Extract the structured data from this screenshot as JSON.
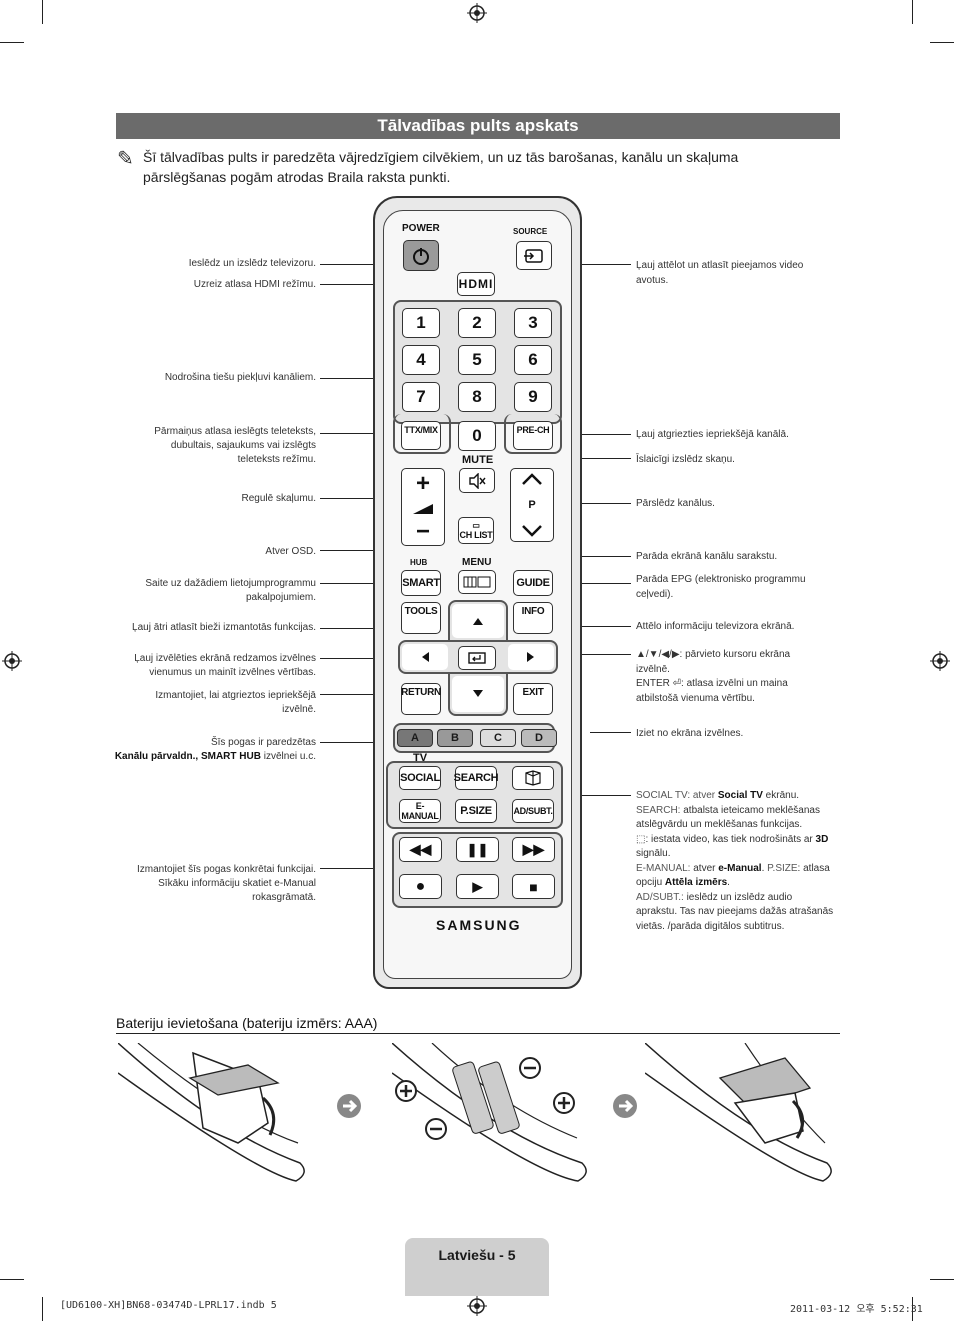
{
  "page": {
    "title": "Tālvadības pults apskats",
    "note": "Šī tālvadības pults ir paredzēta vājredzīgiem cilvēkiem, un uz tās barošanas, kanālu un skaļuma pārslēgšanas pogām atrodas Braila raksta punkti.",
    "battery_title": "Bateriju ievietošana (bateriju izmērs: AAA)",
    "footer_label": "Latviešu - 5",
    "footer_file": "[UD6100-XH]BN68-03474D-LPRL17.indb   5",
    "footer_date": "2011-03-12   오후 5:52:31"
  },
  "left_labels": {
    "power": "Ieslēdz un izslēdz televizoru.",
    "hdmi": "Uzreiz atlasa HDMI režīmu.",
    "numbers": "Nodrošina tiešu piekļuvi kanāliem.",
    "ttx": "Pārmaiņus atlasa ieslēgts teleteksts, dubultais, sajaukums vai izslēgts teleteksts režīmu.",
    "volume": "Regulē skaļumu.",
    "menu": "Atver OSD.",
    "smart": "Saite uz dažādiem lietojumprogrammu pakalpojumiem.",
    "tools": "Ļauj ātri atlasīt bieži izmantotās funkcijas.",
    "nav": "Ļauj izvēlēties ekrānā redzamos izvēlnes vienumus un mainīt izvēlnes vērtības.",
    "return": "Izmantojiet, lai atgrieztos iepriekšējā izvēlnē.",
    "color_1": "Šīs pogas ir paredzētas",
    "color_2_bold": "Kanālu pārvaldn., SMART HUB",
    "color_2_rest": " izvēlnei u.c.",
    "playback": "Izmantojiet šīs pogas konkrētai funkcijai. Sīkāku informāciju skatiet e-Manual rokasgrāmatā."
  },
  "right_labels": {
    "source": "Ļauj attēlot un atlasīt pieejamos video avotus.",
    "prech": "Ļauj atgriezties iepriekšējā kanālā.",
    "mute": "Īslaicīgi izslēdz skaņu.",
    "channel": "Pārslēdz kanālus.",
    "chlist": "Parāda ekrānā kanālu sarakstu.",
    "guide": "Parāda EPG (elektronisko programmu ceļvedi).",
    "info": "Attēlo informāciju televizora ekrānā.",
    "nav_1": "▲/▼/◀/▶: pārvieto kursoru ekrāna izvēlnē.",
    "nav_2": "ENTER ⏎: atlasa izvēlni un maina atbilstošā vienuma vērtību.",
    "exit": "Iziet no ekrāna izvēlnes.",
    "social_a": "SOCIAL TV: atver ",
    "social_b": "Social TV",
    "social_c": " ekrānu.",
    "search_a": "SEARCH:",
    "search_b": " atbalsta ieteicamo meklēšanas atslēgvārdu un meklēšanas funkcijas.",
    "threed_a": ": iestata video, kas tiek nodrošināts ar ",
    "threed_b": "3D",
    "threed_c": " signālu.",
    "emanual_a": "E-MANUAL:",
    "emanual_b": " atver ",
    "emanual_c": "e-Manual",
    "emanual_d": ". ",
    "psize_a": "P.SIZE",
    "psize_b": ": atlasa opciju ",
    "psize_c": "Attēla izmērs",
    "psize_d": ".",
    "adsubt_a": "AD/SUBT.:",
    "adsubt_b": " ieslēdz un izslēdz audio aprakstu. Tas nav pieejams dažās atrašanās vietās. /parāda digitālos subtitrus."
  },
  "remote": {
    "power_label": "POWER",
    "source_label": "SOURCE",
    "hdmi": "HDMI",
    "digits": [
      "1",
      "2",
      "3",
      "4",
      "5",
      "6",
      "7",
      "8",
      "9",
      "0"
    ],
    "ttx": "TTX/MIX",
    "prech": "PRE-CH",
    "mute": "MUTE",
    "p": "P",
    "chlist": "CH LIST",
    "hub": "HUB",
    "menu": "MENU",
    "smart": "SMART",
    "guide": "GUIDE",
    "tools": "TOOLS",
    "info": "INFO",
    "return": "RETURN",
    "exit": "EXIT",
    "colors": [
      "A",
      "B",
      "C",
      "D"
    ],
    "tv": "TV",
    "social": "SOCIAL",
    "search": "SEARCH",
    "emanual": "E-MANUAL",
    "psize": "P.SIZE",
    "adsubt": "AD/SUBT.",
    "brand": "SAMSUNG"
  },
  "colors": {
    "title_bar": "#6b6b6b",
    "footer_tab": "#cfcfcf",
    "btn_a": "#777777",
    "btn_b": "#999999",
    "btn_c": "#dddddd",
    "btn_d": "#bbbbbb"
  }
}
